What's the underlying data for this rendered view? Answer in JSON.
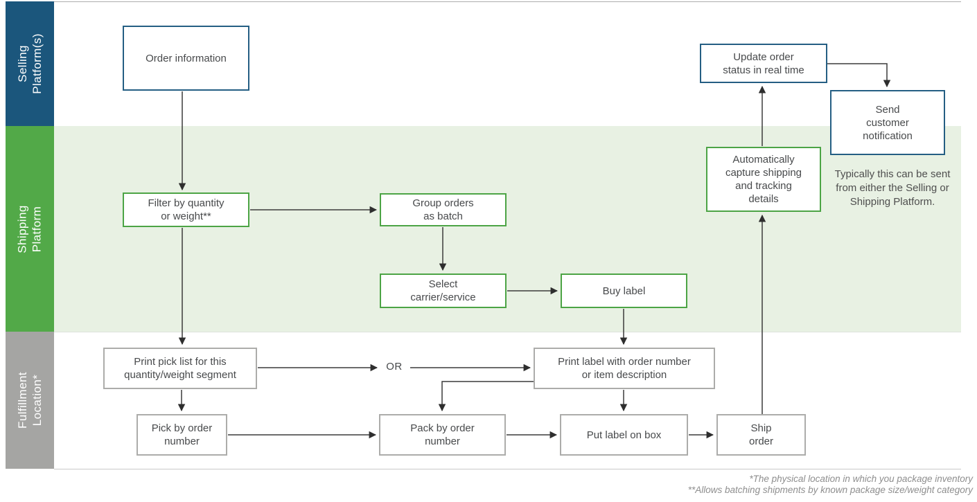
{
  "diagram": {
    "or_label": "OR",
    "note": "Typically this can be sent\nfrom either the Selling or\nShipping Platform.",
    "footnotes": [
      "*The physical location in which you package inventory",
      "**Allows batching shipments by known package size/weight category"
    ]
  },
  "lanes": [
    {
      "id": "selling",
      "label": "Selling\nPlatform(s)",
      "strip_color": "#1B567C",
      "background": "#FFFFFF"
    },
    {
      "id": "shipping",
      "label": "Shipping\nPlatform",
      "strip_color": "#52A948",
      "background": "#E8F1E3"
    },
    {
      "id": "fulfillment",
      "label": "Fulfillment\nLocation*",
      "strip_color": "#A5A5A3",
      "background": "#FFFFFF"
    }
  ],
  "nodes": {
    "order_information": {
      "label": "Order information",
      "lane": "selling",
      "border_color": "#245E83"
    },
    "filter_quantity": {
      "label": "Filter by quantity\nor weight**",
      "lane": "shipping",
      "border_color": "#4CA445"
    },
    "group_orders": {
      "label": "Group orders\nas batch",
      "lane": "shipping",
      "border_color": "#4CA445"
    },
    "select_carrier": {
      "label": "Select\ncarrier/service",
      "lane": "shipping",
      "border_color": "#4CA445"
    },
    "buy_label": {
      "label": "Buy label",
      "lane": "shipping",
      "border_color": "#4CA445"
    },
    "auto_capture": {
      "label": "Automatically\ncapture shipping\nand tracking\ndetails",
      "lane": "shipping",
      "border_color": "#4CA445"
    },
    "update_status": {
      "label": "Update order\nstatus in real time",
      "lane": "selling",
      "border_color": "#245E83"
    },
    "send_notification": {
      "label": "Send\ncustomer\nnotification",
      "lane": "selling",
      "border_color": "#245E83"
    },
    "print_pick_list": {
      "label": "Print pick list for this\nquantity/weight segment",
      "lane": "fulfillment",
      "border_color": "#ACACAA"
    },
    "pick_by_order": {
      "label": "Pick by order\nnumber",
      "lane": "fulfillment",
      "border_color": "#ACACAA"
    },
    "print_label": {
      "label": "Print label with order number\nor item description",
      "lane": "fulfillment",
      "border_color": "#ACACAA"
    },
    "pack_by_order": {
      "label": "Pack by order\nnumber",
      "lane": "fulfillment",
      "border_color": "#ACACAA"
    },
    "put_label": {
      "label": "Put label on box",
      "lane": "fulfillment",
      "border_color": "#ACACAA"
    },
    "ship_order": {
      "label": "Ship\norder",
      "lane": "fulfillment",
      "border_color": "#ACACAA"
    }
  },
  "edges": [
    {
      "from": "order_information",
      "to": "filter_quantity"
    },
    {
      "from": "filter_quantity",
      "to": "group_orders"
    },
    {
      "from": "filter_quantity",
      "to": "print_pick_list"
    },
    {
      "from": "group_orders",
      "to": "select_carrier"
    },
    {
      "from": "select_carrier",
      "to": "buy_label"
    },
    {
      "from": "buy_label",
      "to": "print_label"
    },
    {
      "from": "print_pick_list",
      "to": "print_label",
      "via": "OR"
    },
    {
      "from": "print_pick_list",
      "to": "pick_by_order"
    },
    {
      "from": "print_label",
      "to": "pack_by_order"
    },
    {
      "from": "print_label",
      "to": "put_label"
    },
    {
      "from": "pick_by_order",
      "to": "pack_by_order"
    },
    {
      "from": "pack_by_order",
      "to": "put_label"
    },
    {
      "from": "put_label",
      "to": "ship_order"
    },
    {
      "from": "ship_order",
      "to": "auto_capture"
    },
    {
      "from": "auto_capture",
      "to": "update_status"
    },
    {
      "from": "update_status",
      "to": "send_notification"
    }
  ],
  "colors": {
    "selling_strip": "#1B567C",
    "shipping_strip": "#52A948",
    "shipping_lane_bg": "#E8F1E3",
    "fulfillment_strip": "#A5A5A3",
    "blue_box_border": "#245E83",
    "green_box_border": "#4CA445",
    "gray_box_border": "#ACACAA",
    "connector_line": "#3A3A3A",
    "box_text": "#47494B",
    "note_text": "#4E4E4E",
    "footnote_text": "#8E8E8E"
  }
}
